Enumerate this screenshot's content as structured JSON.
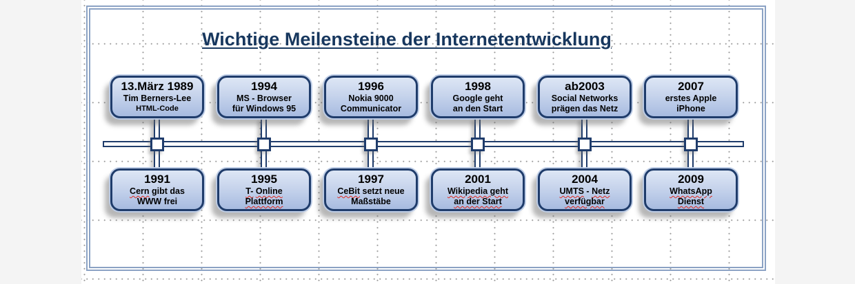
{
  "slide": {
    "title": "Wichtige Meilensteine der Internetentwicklung"
  },
  "colors": {
    "navy": "#1f3c6b",
    "title_text": "#17375e",
    "frame": "#8ba2c4",
    "box_fill_top": "#dde6f5",
    "box_fill_bottom": "#a7bbe0",
    "spellcheck_squiggle": "#e0281e"
  },
  "milestones": {
    "columns": [
      {
        "top": {
          "year": "13.März 1989",
          "lines": [
            {
              "segments": [
                {
                  "t": "Tim Berners-Lee",
                  "m": false
                }
              ]
            },
            {
              "small": true,
              "segments": [
                {
                  "t": "HTML-Code",
                  "m": false
                }
              ]
            }
          ]
        },
        "bottom": {
          "year": "1991",
          "lines": [
            {
              "segments": [
                {
                  "t": "Cern",
                  "m": true
                },
                {
                  "t": " gibt das",
                  "m": false
                }
              ]
            },
            {
              "segments": [
                {
                  "t": "WWW frei",
                  "m": false
                }
              ]
            }
          ]
        }
      },
      {
        "top": {
          "year": "1994",
          "lines": [
            {
              "segments": [
                {
                  "t": "MS - Browser",
                  "m": false
                }
              ]
            },
            {
              "segments": [
                {
                  "t": "für Windows 95",
                  "m": false
                }
              ]
            }
          ]
        },
        "bottom": {
          "year": "1995",
          "lines": [
            {
              "segments": [
                {
                  "t": "T-",
                  "m": true
                },
                {
                  "t": " ",
                  "m": false
                },
                {
                  "t": "Online",
                  "m": true
                }
              ]
            },
            {
              "segments": [
                {
                  "t": "Plattform",
                  "m": true
                }
              ]
            }
          ]
        }
      },
      {
        "top": {
          "year": "1996",
          "lines": [
            {
              "segments": [
                {
                  "t": "Nokia 9000",
                  "m": false
                }
              ]
            },
            {
              "segments": [
                {
                  "t": "Communicator",
                  "m": false
                }
              ]
            }
          ]
        },
        "bottom": {
          "year": "1997",
          "lines": [
            {
              "segments": [
                {
                  "t": "CeBit",
                  "m": true
                },
                {
                  "t": " setzt neue",
                  "m": false
                }
              ]
            },
            {
              "segments": [
                {
                  "t": "Maßstäbe",
                  "m": false
                }
              ]
            }
          ]
        }
      },
      {
        "top": {
          "year": "1998",
          "lines": [
            {
              "segments": [
                {
                  "t": "Google geht",
                  "m": false
                }
              ]
            },
            {
              "segments": [
                {
                  "t": "an den Start",
                  "m": false
                }
              ]
            }
          ]
        },
        "bottom": {
          "year": "2001",
          "lines": [
            {
              "segments": [
                {
                  "t": "Wikipedia geht",
                  "m": true
                }
              ]
            },
            {
              "segments": [
                {
                  "t": "an der Start",
                  "m": true
                }
              ]
            }
          ]
        }
      },
      {
        "top": {
          "year": "ab2003",
          "lines": [
            {
              "segments": [
                {
                  "t": "Social Networks",
                  "m": false
                }
              ]
            },
            {
              "segments": [
                {
                  "t": "prägen das Netz",
                  "m": false
                }
              ]
            }
          ]
        },
        "bottom": {
          "year": "2004",
          "lines": [
            {
              "segments": [
                {
                  "t": "UMTS",
                  "m": true
                },
                {
                  "t": " - ",
                  "m": false
                },
                {
                  "t": "Netz",
                  "m": true
                }
              ]
            },
            {
              "segments": [
                {
                  "t": "verfügbar",
                  "m": true
                }
              ]
            }
          ]
        }
      },
      {
        "top": {
          "year": "2007",
          "lines": [
            {
              "segments": [
                {
                  "t": "erstes Apple",
                  "m": false
                }
              ]
            },
            {
              "segments": [
                {
                  "t": "iPhone",
                  "m": false
                }
              ]
            }
          ]
        },
        "bottom": {
          "year": "2009",
          "lines": [
            {
              "segments": [
                {
                  "t": "WhatsApp",
                  "m": true
                }
              ]
            },
            {
              "segments": [
                {
                  "t": "Dienst",
                  "m": true
                }
              ]
            }
          ]
        }
      }
    ]
  }
}
